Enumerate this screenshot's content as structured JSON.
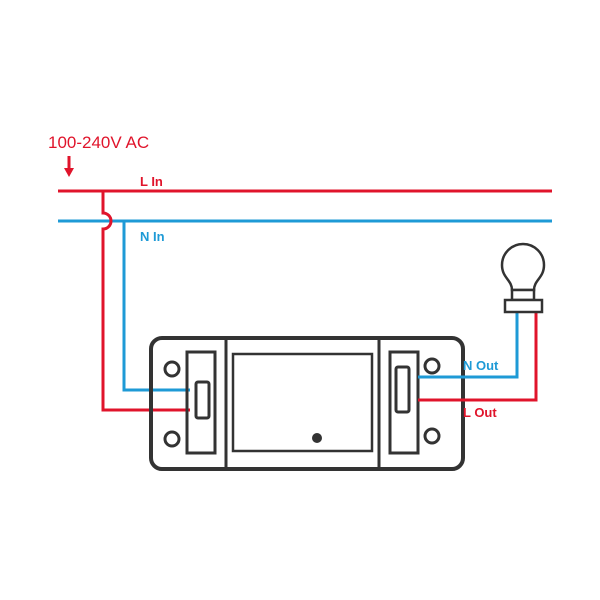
{
  "source_label": "100-240V AC",
  "labels": {
    "l_in": "L In",
    "n_in": "N In",
    "n_out": "N Out",
    "l_out": "L Out"
  },
  "colors": {
    "live": "#e0142b",
    "neutral": "#1e9ad6",
    "device": "#333333"
  }
}
